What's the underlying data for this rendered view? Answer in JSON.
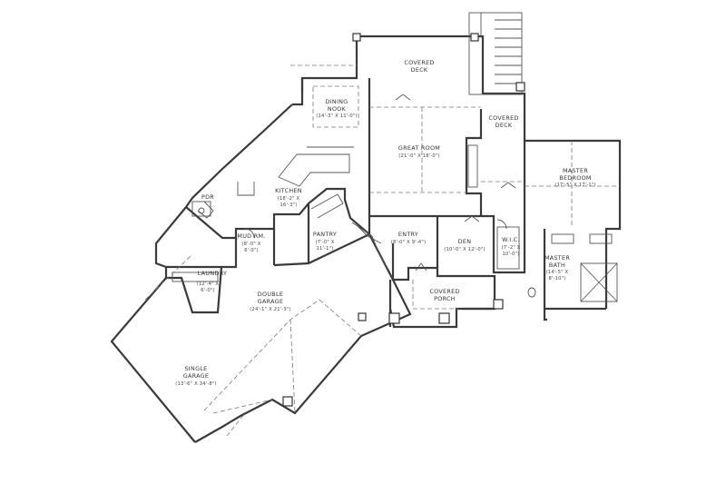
{
  "rooms": [
    {
      "id": "covered_deck_top",
      "lines": [
        "COVERED",
        "DECK"
      ],
      "dim": ""
    },
    {
      "id": "dining_nook",
      "lines": [
        "DINING",
        "NOOK"
      ],
      "dim": "(14'-3\" X 11'-0\")"
    },
    {
      "id": "covered_deck_right",
      "lines": [
        "COVERED",
        "DECK"
      ],
      "dim": ""
    },
    {
      "id": "great_room",
      "lines": [
        "GREAT ROOM"
      ],
      "dim": "(21'-0\" X 18'-0\")"
    },
    {
      "id": "master_bedroom",
      "lines": [
        "MASTER",
        "BEDROOM"
      ],
      "dim": "(17'-5\" X 17'-1\")"
    },
    {
      "id": "kitchen",
      "lines": [
        "KITCHEN"
      ],
      "dim": "(18'-2\" X",
      "dim2": "16'-3\")"
    },
    {
      "id": "pdr",
      "lines": [
        "PDR"
      ],
      "dim": ""
    },
    {
      "id": "mud_rm",
      "lines": [
        "MUD RM."
      ],
      "dim": "(8'-0\" X",
      "dim2": "6'-0\")"
    },
    {
      "id": "pantry",
      "lines": [
        "PANTRY"
      ],
      "dim": "(7'-0\" X",
      "dim2": "11'-1\")"
    },
    {
      "id": "entry",
      "lines": [
        "ENTRY"
      ],
      "dim": "(8'-0\" X 9'-4\")"
    },
    {
      "id": "den",
      "lines": [
        "DEN"
      ],
      "dim": "(10'-0\" X 12'-0\")"
    },
    {
      "id": "wic",
      "lines": [
        "W.I.C."
      ],
      "dim": "(7'-2\" X",
      "dim2": "10'-0\")"
    },
    {
      "id": "master_bath",
      "lines": [
        "MASTER",
        "BATH"
      ],
      "dim": "(14'-5\" X",
      "dim2": "8'-10\")"
    },
    {
      "id": "laundry",
      "lines": [
        "LAUNDRY"
      ],
      "dim": "(12'-4\" X",
      "dim2": "6'-0\")"
    },
    {
      "id": "double_garage",
      "lines": [
        "DOUBLE",
        "GARAGE"
      ],
      "dim": "(24'-1\" X 21'-3\")"
    },
    {
      "id": "covered_porch",
      "lines": [
        "COVERED",
        "PORCH"
      ],
      "dim": ""
    },
    {
      "id": "single_garage",
      "lines": [
        "SINGLE",
        "GARAGE"
      ],
      "dim": "(13'-6\" X 34'-8\")"
    }
  ]
}
